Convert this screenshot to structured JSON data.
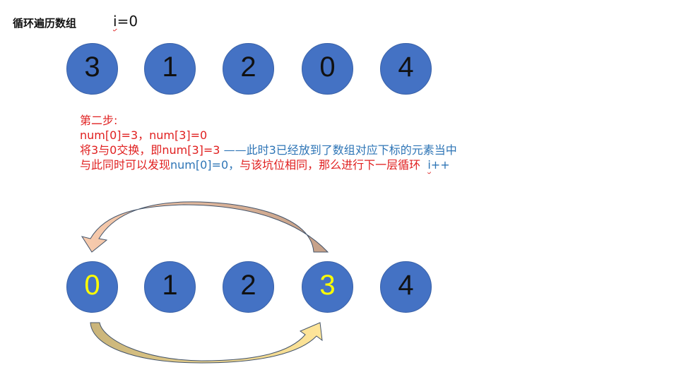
{
  "header": {
    "title": "循环遍历数组",
    "index_var": "i",
    "index_rest": "=0"
  },
  "top_row": {
    "values": [
      "3",
      "1",
      "2",
      "0",
      "4"
    ]
  },
  "notes": {
    "step": "第二步:",
    "line2": "num[0]=3，num[3]=0",
    "line3_red": "将3与0交换，即num[3]=3 ",
    "line3_blue": "——此时3已经放到了数组对应下标的元素当中",
    "line4_red_a": "与此同时可以发现",
    "line4_blue": "num[0]=0，",
    "line4_red_b": "与该坑位相同，那么进行下一层循环  ",
    "line4_var": "i",
    "line4_tail": "++"
  },
  "bottom_row": {
    "values": [
      "0",
      "1",
      "2",
      "3",
      "4"
    ],
    "highlighted": [
      0,
      3
    ]
  },
  "colors": {
    "circle_fill": "#4472c4",
    "highlight_text": "#ffff00",
    "note_red": "#e02020",
    "note_blue": "#2e75b6",
    "arrow_top_left": "#f8cbad",
    "arrow_top_right": "#c4a088",
    "arrow_bottom_left": "#c9b47a",
    "arrow_bottom_right": "#ffe699"
  }
}
